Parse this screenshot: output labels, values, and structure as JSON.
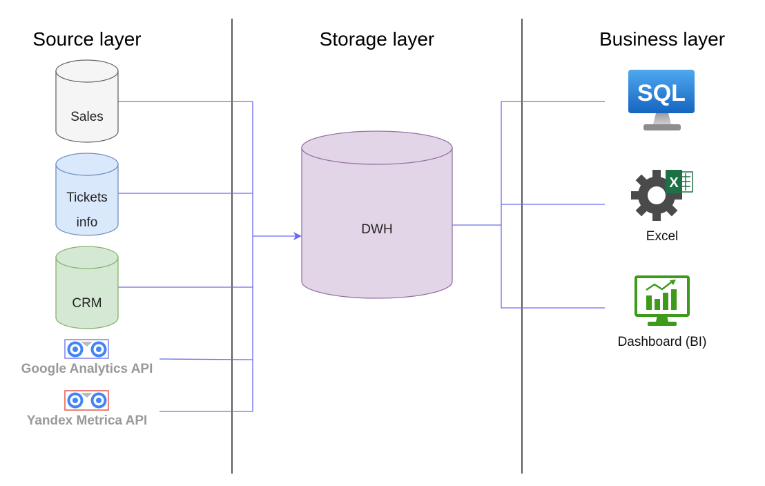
{
  "layers": {
    "source": "Source layer",
    "storage": "Storage layer",
    "business": "Business layer"
  },
  "sources": {
    "sales": "Sales",
    "tickets_line1": "Tickets",
    "tickets_line2": "info",
    "crm": "CRM",
    "google": "Google Analytics API",
    "yandex": "Yandex Metrica API"
  },
  "storage": {
    "dwh": "DWH"
  },
  "business": {
    "sql_text": "SQL",
    "excel": "Excel",
    "excel_badge": "X",
    "dashboard": "Dashboard (BI)"
  },
  "colors": {
    "connector": "#6b6bf0",
    "sales_fill": "#f5f5f5",
    "tickets_fill": "#dae8fc",
    "crm_fill": "#d5e8d4",
    "dwh_fill": "#e1d5e7",
    "sql_blue": "#1e88e5",
    "excel_green": "#1e7145",
    "dashboard_green": "#3d9a1a",
    "gear_gray": "#4a4a4a"
  }
}
